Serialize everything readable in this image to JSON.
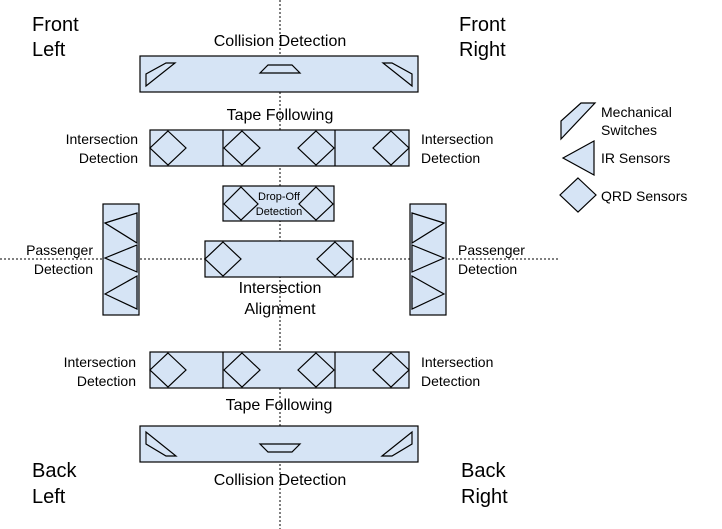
{
  "corners": {
    "front_left": [
      "Front",
      "Left"
    ],
    "front_right": [
      "Front",
      "Right"
    ],
    "back_left": [
      "Back",
      "Left"
    ],
    "back_right": [
      "Back",
      "Right"
    ]
  },
  "labels": {
    "collision_top": "Collision Detection",
    "tape_top": "Tape Following",
    "intersection_left_top": [
      "Intersection",
      "Detection"
    ],
    "intersection_right_top": [
      "Intersection",
      "Detection"
    ],
    "dropoff": [
      "Drop-Off",
      "Detection"
    ],
    "passenger_left": [
      "Passenger",
      "Detection"
    ],
    "passenger_right": [
      "Passenger",
      "Detection"
    ],
    "alignment": [
      "Intersection",
      "Alignment"
    ],
    "intersection_left_bottom": [
      "Intersection",
      "Detection"
    ],
    "intersection_right_bottom": [
      "Intersection",
      "Detection"
    ],
    "tape_bottom": "Tape Following",
    "collision_bottom": "Collision Detection"
  },
  "legend": {
    "mechanical": [
      "Mechanical",
      "Switches"
    ],
    "ir": "IR Sensors",
    "qrd": "QRD Sensors"
  },
  "colors": {
    "fill": "#d6e4f5",
    "stroke": "#000000",
    "text": "#000000"
  }
}
